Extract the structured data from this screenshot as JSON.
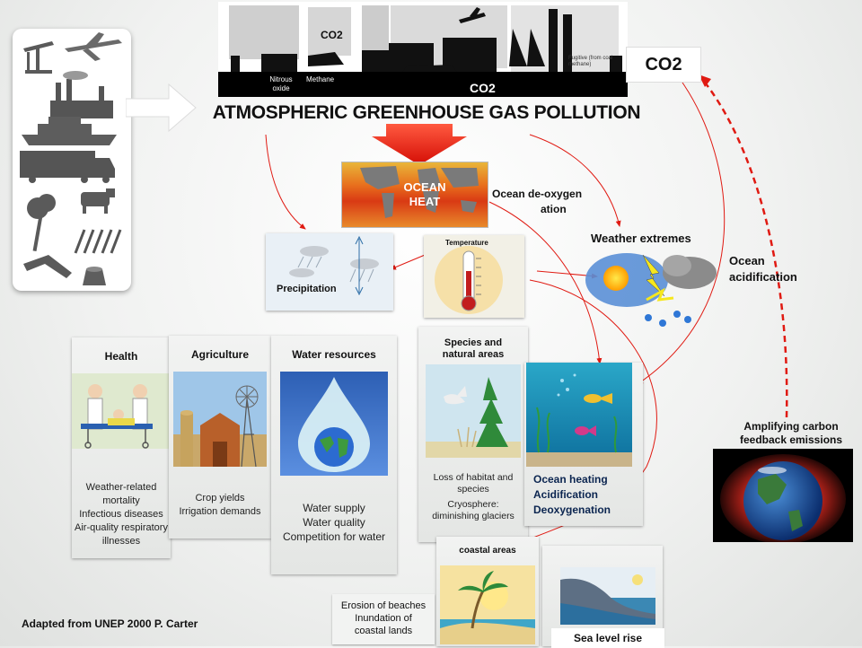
{
  "emissions_strip": {
    "co2_small": "CO2",
    "nitrous_oxide": "Nitrous oxide",
    "methane": "Methane",
    "co2_bottom": "CO2",
    "fugitive_methane": "Fugitive (from coal methane)"
  },
  "co2_box": "CO2",
  "main_title": "ATMOSPHERIC GREENHOUSE GAS POLLUTION",
  "ocean_heat": {
    "line1": "OCEAN",
    "line2": "HEAT"
  },
  "ocean_deoxygenation": {
    "line1": "Ocean  de-oxygen",
    "line2": "ation"
  },
  "weather_extremes": "Weather extremes",
  "ocean_acidification": {
    "line1": "Ocean",
    "line2": "acidification"
  },
  "precipitation": "Precipitation",
  "temperature": "Temperature",
  "panels": {
    "health": {
      "title": "Health",
      "lines": [
        "Weather-related",
        "mortality",
        "Infectious diseases",
        "Air-quality respiratory",
        "illnesses"
      ]
    },
    "agriculture": {
      "title": "Agriculture",
      "lines": [
        "Crop yields",
        "Irrigation demands"
      ]
    },
    "water": {
      "title": "Water resources",
      "lines": [
        "Water supply",
        "Water quality",
        "Competition for water"
      ]
    },
    "species": {
      "title_line1": "Species and",
      "title_line2": "natural areas",
      "lines": [
        "Loss of habitat and",
        "species",
        "Cryosphere:",
        "diminishing glaciers"
      ]
    },
    "ocean": {
      "lines": [
        "Ocean heating",
        "Acidification",
        "Deoxygenation"
      ]
    },
    "coastal": {
      "title": "coastal areas",
      "lines": [
        "Erosion of beaches",
        "Inundation of",
        "coastal lands"
      ]
    },
    "sea": {
      "title": "Sea level rise"
    }
  },
  "amplifying": {
    "line1": "Amplifying carbon",
    "line2": "feedback emissions"
  },
  "credit": "Adapted from UNEP 2000   P. Carter",
  "colors": {
    "red_arrow": "#e8170f",
    "thin_arrow": "#e01a12",
    "dashed": "#e01a12",
    "ocean_text": "#0b2550"
  }
}
